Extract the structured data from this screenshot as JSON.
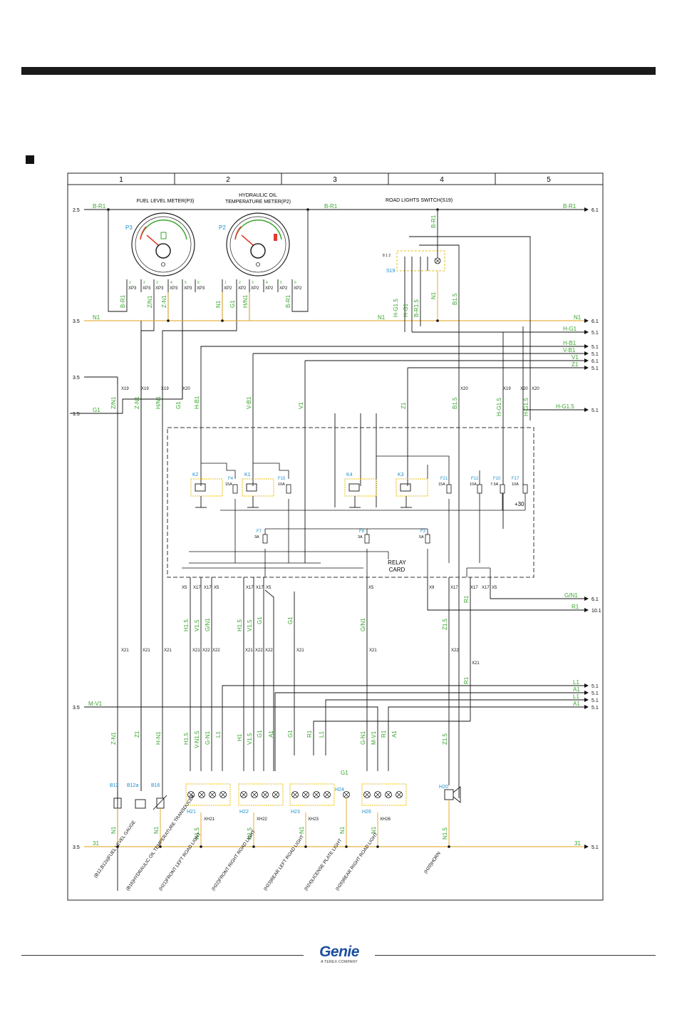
{
  "zones": [
    "1",
    "2",
    "3",
    "4",
    "5"
  ],
  "meters": {
    "fuel": {
      "title": "FUEL LEVEL METER(P3)",
      "tag": "P3"
    },
    "oil": {
      "title_line1": "HYDRAULIC OIL",
      "title_line2": "TEMPERATURE METER(P2)",
      "tag": "P2"
    }
  },
  "switch": {
    "title": "ROAD LIGHTS SWITCH(S19)",
    "tag": "S19",
    "pins": "8 1 2"
  },
  "rails": {
    "top": {
      "left_ref": "2.5",
      "label_left": "B-R1",
      "label_mid": "B-R1",
      "label_right": "B-R1",
      "right_ref": "6.1"
    },
    "n1": {
      "left_ref": "3.5",
      "label_left": "N1",
      "label_mid": "N1",
      "label_right": "N1",
      "right_ref": "6.1"
    },
    "ref35b": {
      "left_ref": "3.5"
    },
    "g1": {
      "left_ref": "1.5",
      "label": "G1"
    },
    "mv1": {
      "left_ref": "3.5",
      "label": "M-V1"
    },
    "ground": {
      "left_ref": "3.5",
      "label_left": "31",
      "label_right": "31",
      "right_ref": "5.1"
    }
  },
  "right_outputs": [
    {
      "label": "H-G1",
      "ref": "5.1"
    },
    {
      "label": "H-B1",
      "ref": "5.1"
    },
    {
      "label": "V-B1",
      "ref": "5.1"
    },
    {
      "label": "V1",
      "ref": "6.1"
    },
    {
      "label": "Z1",
      "ref": "5.1"
    },
    {
      "label": "H-G1.5",
      "ref": "5.1"
    },
    {
      "label": "G/N1",
      "ref": "6.1"
    },
    {
      "label": "R1",
      "ref": "10.1"
    },
    {
      "label": "L1",
      "ref": "5.1"
    },
    {
      "label": "A1",
      "ref": "5.1"
    },
    {
      "label": "L1",
      "ref": "5.1"
    },
    {
      "label": "A1",
      "ref": "5.1"
    }
  ],
  "relay_card": {
    "line1": "RELAY",
    "line2": "CARD",
    "plus30": "+30"
  },
  "relays": [
    "K2",
    "K1",
    "K4",
    "K3"
  ],
  "fuses": [
    {
      "name": "F4",
      "rating": "15A"
    },
    {
      "name": "F15",
      "rating": "10A"
    },
    {
      "name": "F21",
      "rating": "15A"
    },
    {
      "name": "F12",
      "rating": "10A"
    },
    {
      "name": "F10",
      "rating": "7.5A"
    },
    {
      "name": "F17",
      "rating": "10A"
    },
    {
      "name": "F7",
      "rating": "3A"
    },
    {
      "name": "F8",
      "rating": "3A"
    },
    {
      "name": "F3",
      "rating": "5A"
    }
  ],
  "wires": {
    "meter_fuel": [
      "B-R1",
      "Z/N1",
      "Z-N1"
    ],
    "meter_oil": [
      "N1",
      "G1",
      "H/N1",
      "B-R1"
    ],
    "switch": [
      "H-G1.5",
      "H-G1",
      "B-R1.5",
      "N1",
      "B1.5"
    ],
    "column_top": [
      "Z/N1",
      "Z-N1",
      "H/N1",
      "G1",
      "H-B1",
      "V-B1",
      "V1",
      "Z1",
      "B1.5",
      "H-G1.5",
      "H-G1.5"
    ],
    "column_mid": [
      "H1.5",
      "V1.5",
      "G/N1",
      "H1.5",
      "V1.5",
      "G1",
      "G1",
      "G/N1",
      "Z1.5",
      "R1",
      "R1"
    ],
    "column_low": [
      "Z-N1",
      "Z1",
      "H-N1",
      "H1.5",
      "V-N1.5",
      "G-N1",
      "L1",
      "H1",
      "V1.5",
      "G1",
      "A1",
      "G1",
      "R1",
      "L1",
      "G-N1",
      "M-V1",
      "R1",
      "A1",
      "Z1.5",
      "G1"
    ],
    "ground_drops": [
      "N1",
      "N1",
      "N1.5",
      "N1.5",
      "N1",
      "N1",
      "N1",
      "N1.5"
    ]
  },
  "lamp_groups": [
    {
      "tag": "H21",
      "gnd": "XH21"
    },
    {
      "tag": "H22",
      "gnd": "XH22"
    },
    {
      "tag": "H23",
      "gnd": "XH23"
    },
    {
      "tag": "H24",
      "gnd": ""
    },
    {
      "tag": "H26",
      "gnd": "XH26"
    }
  ],
  "sensors": [
    "B12",
    "B12a",
    "B16"
  ],
  "horn": {
    "tag": "H20"
  },
  "bottom_labels": [
    "(B12,B12a)FUEL LEVEL GAUGE",
    "(B16)HYDRAULIC OIL TEMPERATURE TRANSDUCER",
    "(H21)FRONT LEFT ROAD LIGHT",
    "(H22)FRONT RIGHT ROAD LIGHT",
    "(H23)REAR LEFT ROAD LIGHT",
    "(H24)LICENSE PLATE LIGHT",
    "(H26)REAR RIGHT ROAD LIGHT",
    "(H20)HORN"
  ],
  "logo": {
    "word": "Genie",
    "sub": "A TEREX COMPANY"
  },
  "colors": {
    "wire": "#111111",
    "green": "#3aa62e",
    "cyan": "#1a8fd0",
    "orange": "#e2a21a",
    "yellow": "#e8c21a"
  }
}
